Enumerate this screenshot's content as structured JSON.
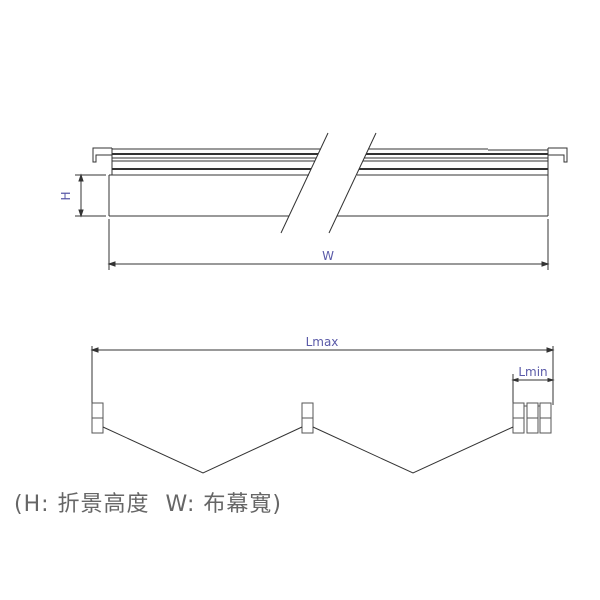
{
  "labels": {
    "height": "H",
    "width": "W",
    "length_max": "Lmax",
    "length_min": "Lmin"
  },
  "legend": "(H: 折景高度  W: 布幕寬)",
  "colors": {
    "line": "#333333",
    "dimension_text": "#5a5aa8",
    "legend_text": "#666666"
  }
}
